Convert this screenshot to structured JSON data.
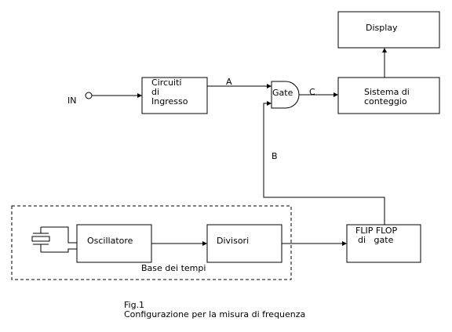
{
  "blocks": {
    "display": "Display",
    "circuiti": [
      "Circuiti",
      "di",
      "Ingresso"
    ],
    "gate": "Gate",
    "sistema": [
      "Sistema di",
      "conteggio"
    ],
    "oscillatore": "Oscillatore",
    "divisori": "Divisori",
    "flipflop": [
      "FLIP FLOP",
      "di   gate"
    ]
  },
  "signals": {
    "input": "IN",
    "a": "A",
    "b": "B",
    "c": "C"
  },
  "group_label": "Base dei tempi",
  "caption": {
    "number": "Fig.1",
    "text": "Configurazione per la misura di frequenza"
  }
}
